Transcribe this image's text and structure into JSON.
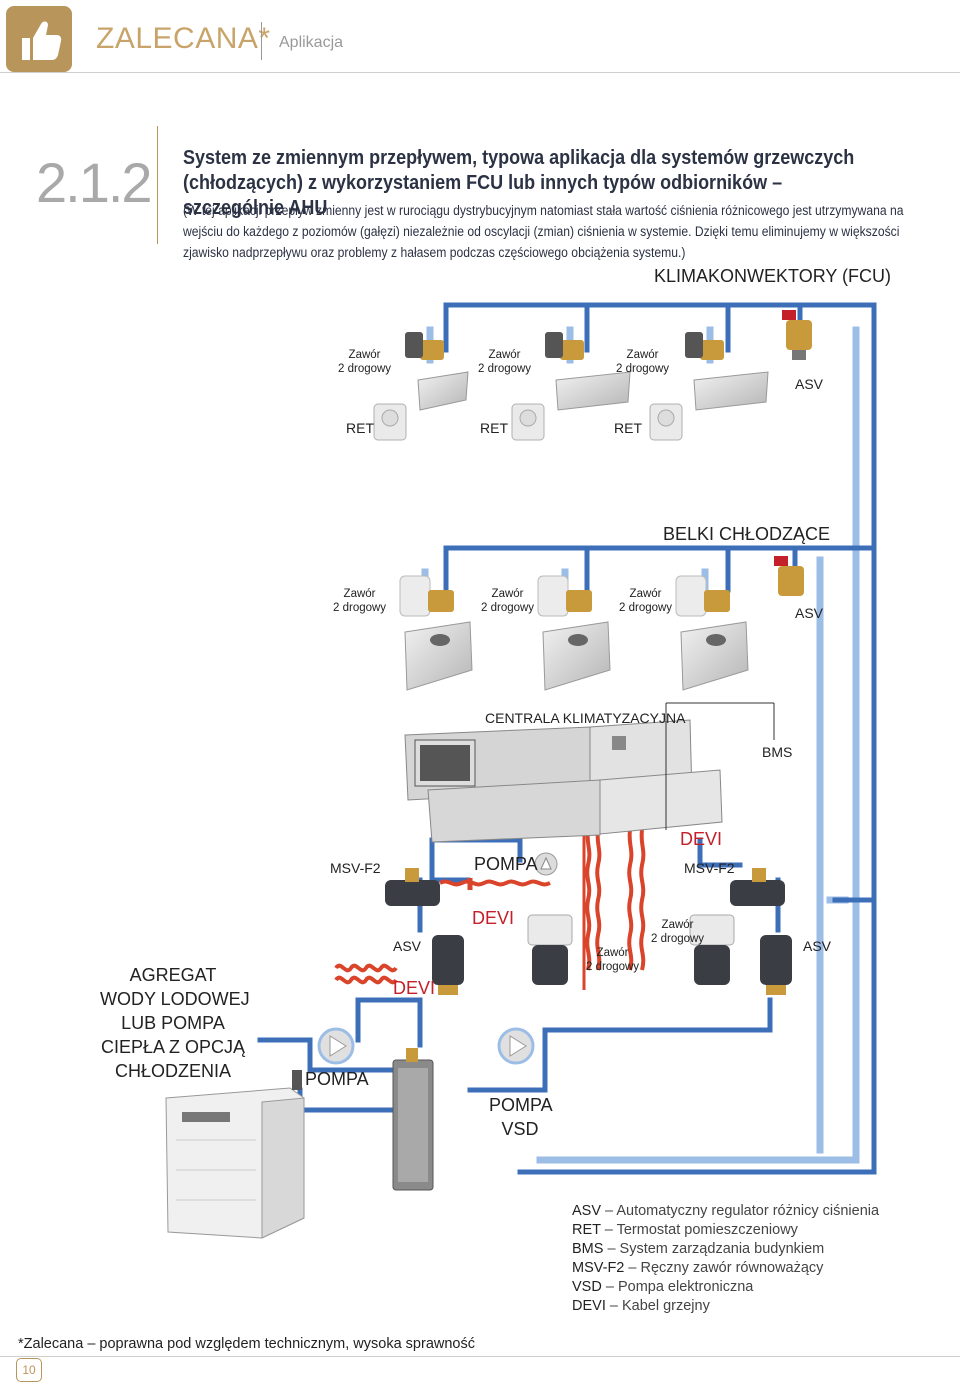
{
  "header": {
    "brand": "ZALECANA*",
    "subbrand": "Aplikacja",
    "logo_icon": "thumbs-up-icon"
  },
  "section": {
    "number": "2.1.2",
    "title": "System ze zmiennym przepływem, typowa aplikacja dla systemów grzewczych (chłodzących) z wykorzystaniem FCU lub innych typów odbiorników – szczególnie AHU",
    "description": "(W tej aplikacji przepływ zmienny jest w rurociągu dystrybucyjnym natomiast stała wartość ciśnienia różnicowego jest utrzymywana na wejściu do każdego z poziomów (gałęzi) niezależnie od oscylacji (zmian) ciśnienia w systemie. Dzięki temu eliminujemy w większości zjawisko nadprzepływu oraz problemy z hałasem podczas częściowego obciążenia systemu.)"
  },
  "diagram": {
    "fcu": {
      "title": "KLIMAKONWEKTORY (FCU)",
      "valve_labels": [
        "Zawór\n2 drogowy",
        "Zawór\n2 drogowy",
        "Zawór\n2 drogowy"
      ],
      "ret_labels": [
        "RET",
        "RET",
        "RET"
      ],
      "asv": "ASV"
    },
    "beams": {
      "title": "BELKI CHŁODZĄCE",
      "valve_labels": [
        "Zawór\n2 drogowy",
        "Zawór\n2 drogowy",
        "Zawór\n2 drogowy"
      ],
      "asv": "ASV"
    },
    "ahu": {
      "title": "CENTRALA KLIMATYZACYJNA",
      "bms": "BMS",
      "devi_top": "DEVI",
      "msv_left": "MSV-F2",
      "msv_right": "MSV-F2",
      "pompa": "POMPA",
      "devi_mid": "DEVI",
      "asv_left": "ASV",
      "devi_left": "DEVI",
      "zawor_a": "Zawór\n2 drogowy",
      "zawor_b": "Zawór\n2 drogowy",
      "asv_right": "ASV"
    },
    "plant": {
      "chiller": "AGREGAT\nWODY LODOWEJ\nLUB POMPA\nCIEPŁA Z OPCJĄ\nCHŁODZENIA",
      "pompa": "POMPA",
      "pompa_vsd": "POMPA\nVSD"
    },
    "colors": {
      "pipe": "#3d6fb8",
      "pipe_light": "#9bbde6",
      "heat_cable": "#d9442b",
      "brass": "#c99a3b",
      "accent": "#b8955a"
    }
  },
  "legend": [
    {
      "key": "ASV",
      "text": "Automatyczny regulator różnicy ciśnienia"
    },
    {
      "key": "RET",
      "text": "Termostat pomieszczeniowy"
    },
    {
      "key": "BMS",
      "text": "System zarządzania budynkiem"
    },
    {
      "key": "MSV-F2",
      "text": "Ręczny zawór równoważący"
    },
    {
      "key": "VSD",
      "text": "Pompa elektroniczna"
    },
    {
      "key": "DEVI",
      "text": "Kabel grzejny"
    }
  ],
  "footer": {
    "footnote": "*Zalecana – poprawna pod względem technicznym, wysoka sprawność",
    "page": "10"
  }
}
